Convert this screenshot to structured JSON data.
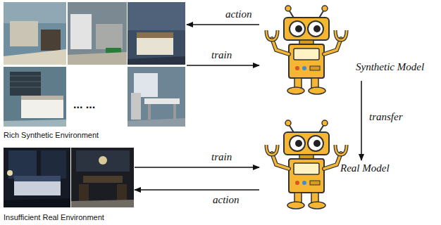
{
  "diagram": {
    "nodes": [
      {
        "text": [
          "Rich Synthetic Environment"
        ]
      },
      {
        "text": [
          "Synthetic Model"
        ]
      },
      {
        "text": [
          "Insufficient Real Environment"
        ]
      },
      {
        "text": [
          "Real Model"
        ]
      }
    ],
    "edges": [
      {
        "from": 1,
        "to": 0,
        "label": "action",
        "arrow": "to"
      },
      {
        "from": 0,
        "to": 1,
        "label": "train",
        "arrow": "to"
      },
      {
        "from": 1,
        "to": 3,
        "label": "transfer",
        "arrow": "to"
      },
      {
        "from": 2,
        "to": 3,
        "label": "train",
        "arrow": "to"
      },
      {
        "from": 3,
        "to": 2,
        "label": "action",
        "arrow": "to"
      }
    ],
    "labels": [
      "... ..."
    ]
  }
}
